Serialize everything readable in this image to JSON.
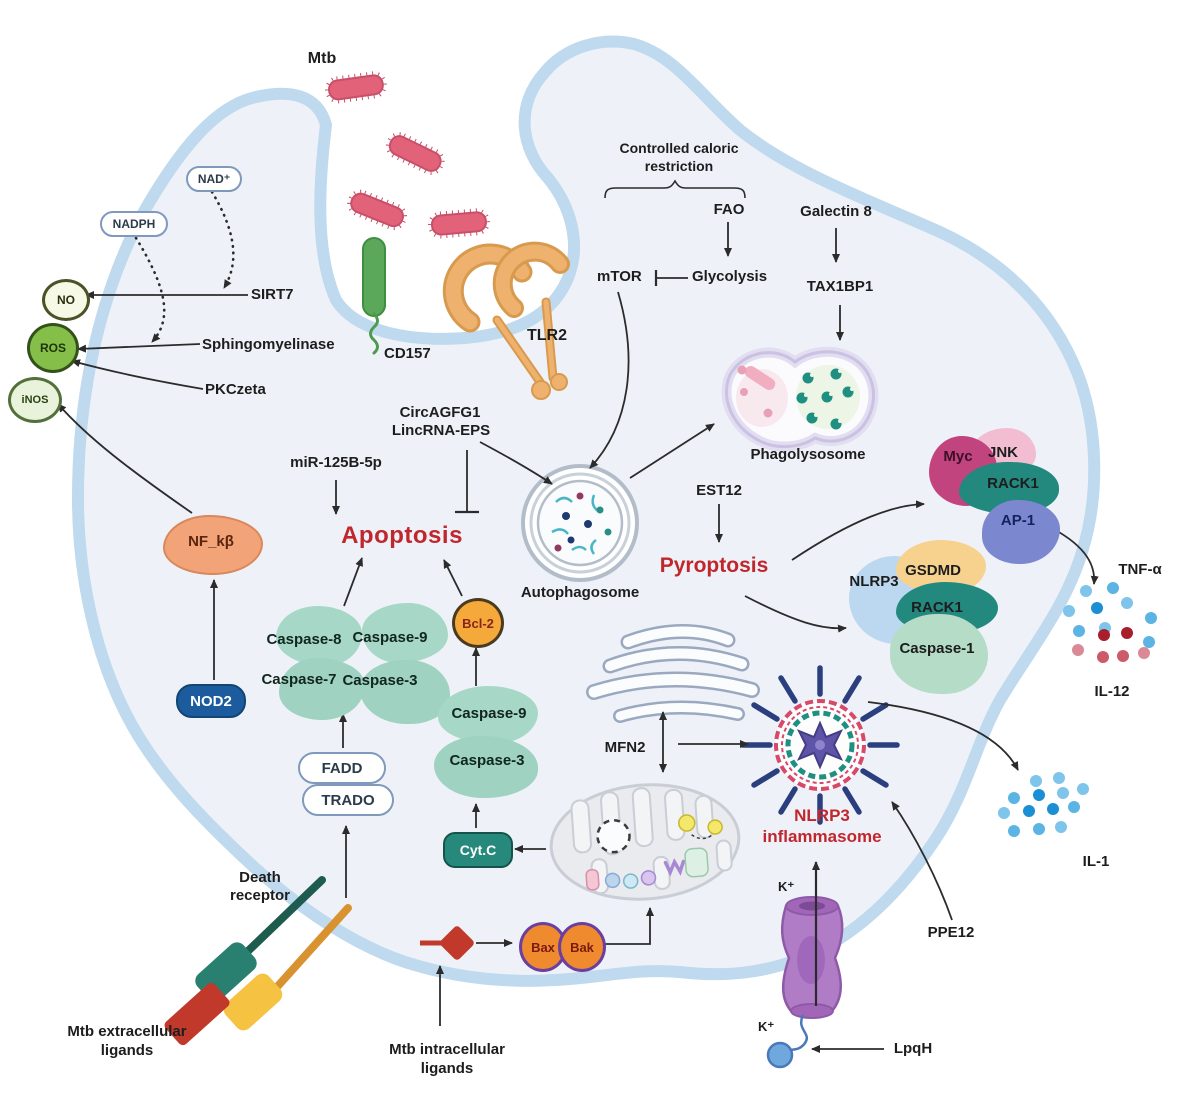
{
  "palette": {
    "membrane": "#bfd9ee",
    "cytoplasm": "#eef2f8",
    "accent_red": "#c0272d",
    "bacteria_pink": "#e26379",
    "teal_protein": "#a7d8c7"
  },
  "ext": {
    "mtb_label": "Mtb",
    "tnf_label": "TNF-α",
    "il12_label": "IL-12",
    "il1_label": "IL-1",
    "mtb_extracellular_line1": "Mtb extracellular",
    "mtb_extracellular_line2": "ligands",
    "mtb_intracellular_line1": "Mtb intracellular",
    "mtb_intracellular_line2": "ligands"
  },
  "receptors": {
    "cd157": "CD157",
    "tlr2": "TLR2",
    "death_receptor_line1": "Death",
    "death_receptor_line2": "receptor",
    "k_top": "K⁺",
    "k_bottom": "K⁺",
    "lpqh": "LpqH",
    "ppe12": "PPE12"
  },
  "left": {
    "nad": "NAD⁺",
    "nadph": "NADPH",
    "no": "NO",
    "ros": "ROS",
    "inos": "iNOS",
    "sirt7": "SIRT7",
    "sphingomyelinase": "Sphingomyelinase",
    "pkczeta": "PKCzeta",
    "nfkb": "NF_kβ",
    "nod2": "NOD2"
  },
  "apo": {
    "mir": "miR-125B-5p",
    "circ": "CircAGFG1",
    "linc": "LincRNA-EPS",
    "apoptosis": "Apoptosis",
    "caspase8": "Caspase-8",
    "caspase9": "Caspase-9",
    "caspase7": "Caspase-7",
    "caspase3": "Caspase-3",
    "fadd": "FADD",
    "trado": "TRADO",
    "bcl2": "Bcl-2",
    "mid_caspase9": "Caspase-9",
    "mid_caspase3": "Caspase-3",
    "cytc": "Cyt.C",
    "bax": "Bax",
    "bak": "Bak"
  },
  "auto": {
    "ccr_line1": "Controlled caloric",
    "ccr_line2": "restriction",
    "fao": "FAO",
    "mtor": "mTOR",
    "glycolysis": "Glycolysis",
    "galectin8": "Galectin 8",
    "tax1bp1": "TAX1BP1",
    "autophagosome": "Autophagosome",
    "phagolysosome": "Phagolysosome"
  },
  "pyro": {
    "est12": "EST12",
    "pyroptosis": "Pyroptosis",
    "myc": "Myc",
    "jnk": "JNK",
    "rack1_upper": "RACK1",
    "ap1": "AP-1",
    "nlrp3": "NLRP3",
    "gsdmd": "GSDMD",
    "rack1_lower": "RACK1",
    "caspase1": "Caspase-1",
    "mfn2": "MFN2",
    "inflammasome_line1": "NLRP3",
    "inflammasome_line2": "inflammasome"
  }
}
